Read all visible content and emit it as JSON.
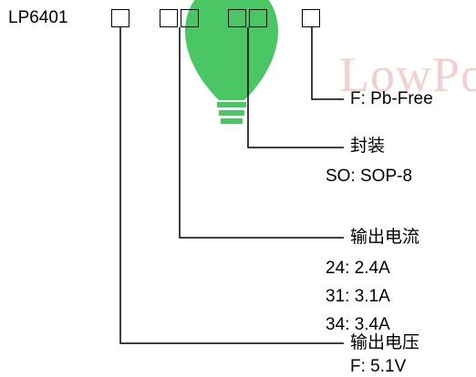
{
  "part_prefix": "LP6401",
  "watermark": {
    "text": "LowPow",
    "colors": {
      "bulb": "#2bbd4a",
      "text": "#f0bfbf"
    }
  },
  "fields": [
    {
      "id": "pbfree",
      "title": "F: Pb-Free",
      "options": []
    },
    {
      "id": "package",
      "title": "封装",
      "options": [
        "SO: SOP-8"
      ]
    },
    {
      "id": "output_current",
      "title": "输出电流",
      "options": [
        "24: 2.4A",
        "31: 3.1A",
        "34: 3.4A"
      ]
    },
    {
      "id": "output_voltage",
      "title": "输出电压",
      "options": [
        "F: 5.1V"
      ]
    }
  ]
}
